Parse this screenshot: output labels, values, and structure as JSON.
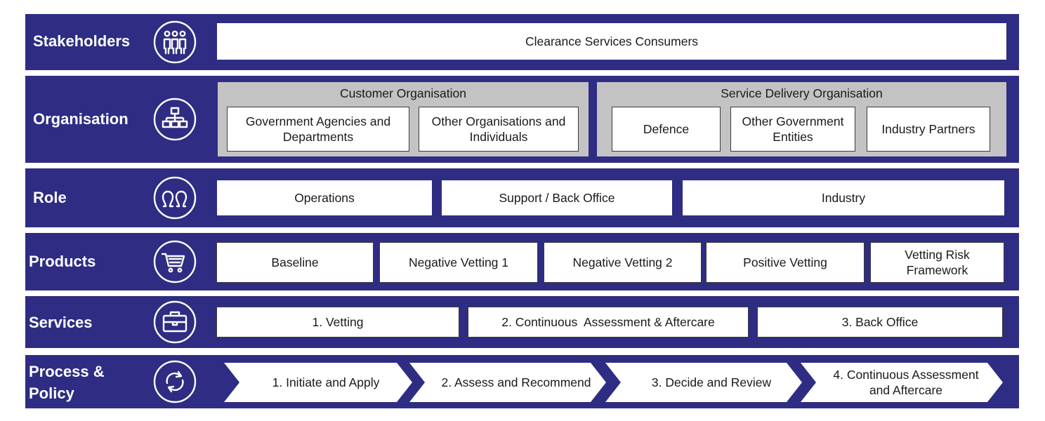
{
  "colors": {
    "band": "#2e2d83",
    "box": "#ffffff",
    "group": "#c3c3c3",
    "text": "#1a1a1a"
  },
  "stakeholders": {
    "label": "Stakeholders",
    "icon": "people-group-icon",
    "consumers": "Clearance Services Consumers"
  },
  "organisation": {
    "label": "Organisation",
    "icon": "org-chart-icon",
    "customer": {
      "title": "Customer Organisation",
      "items": [
        "Government Agencies and Departments",
        "Other Organisations and Individuals"
      ]
    },
    "delivery": {
      "title": "Service Delivery Organisation",
      "items": [
        "Defence",
        "Other Government Entities",
        "Industry Partners"
      ]
    }
  },
  "role": {
    "label": "Role",
    "icon": "team-icon",
    "items": [
      "Operations",
      "Support / Back Office",
      "Industry"
    ]
  },
  "products": {
    "label": "Products",
    "icon": "shopping-cart-icon",
    "items": [
      "Baseline",
      "Negative Vetting 1",
      "Negative Vetting 2",
      "Positive Vetting",
      "Vetting Risk Framework"
    ]
  },
  "services": {
    "label": "Services",
    "icon": "briefcase-icon",
    "items": [
      "1. Vetting",
      "2. Continuous  Assessment & Aftercare",
      "3. Back Office"
    ]
  },
  "process": {
    "label_line1": "Process &",
    "label_line2": "Policy",
    "icon": "refresh-cycle-icon",
    "steps": [
      "1. Initiate and Apply",
      "2. Assess and Recommend",
      "3. Decide and Review",
      "4. Continuous Assessment and Aftercare"
    ]
  }
}
